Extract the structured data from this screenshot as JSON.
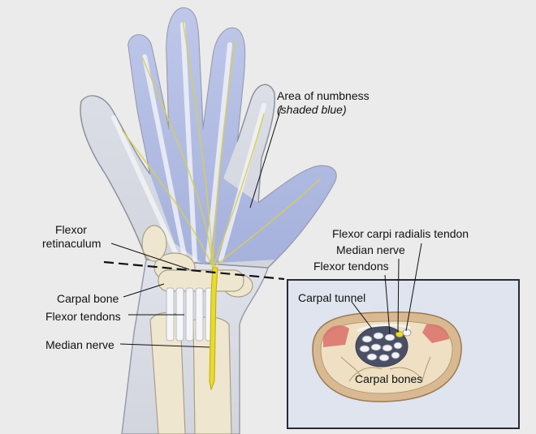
{
  "labels": {
    "area_of_numbness": "Area of numbness",
    "shaded_blue": "(shaded blue)",
    "flexor": "Flexor",
    "retinaculum": "retinaculum",
    "carpal_bone": "Carpal bone",
    "flexor_tendons_left": "Flexor tendons",
    "median_nerve_left": "Median nerve",
    "flexor_carpi_radialis_tendon": "Flexor carpi radialis tendon",
    "median_nerve_inset": "Median nerve",
    "flexor_tendons_inset": "Flexor tendons",
    "carpal_tunnel": "Carpal tunnel",
    "carpal_bones": "Carpal bones"
  },
  "colors": {
    "background": "#ebebeb",
    "numbness_blue": "#a9b6e3",
    "hand_skin": "#d8dbe4",
    "nerve_yellow": "#e8dc2a",
    "bone": "#efe6cf",
    "inset_border": "#2a2a3a"
  }
}
